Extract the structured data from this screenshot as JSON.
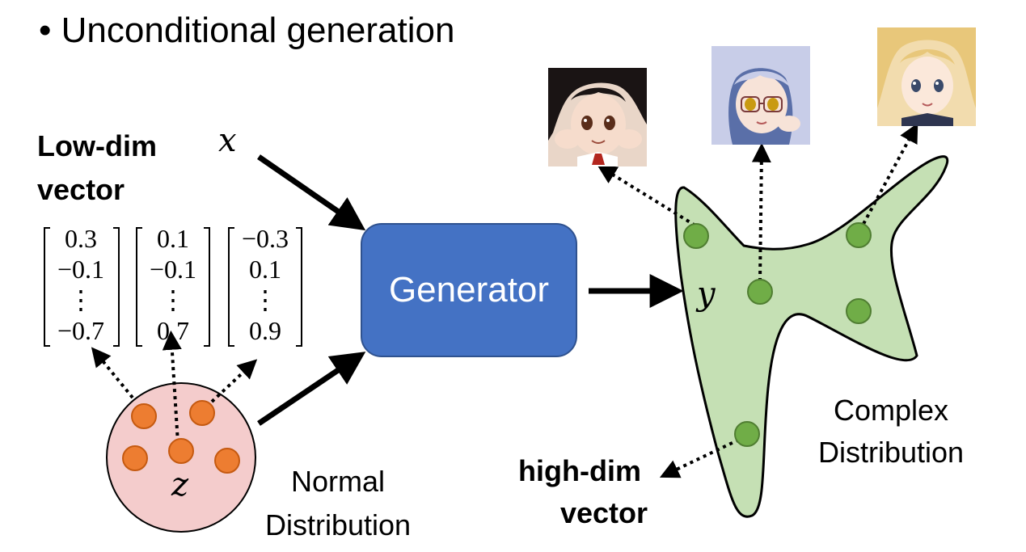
{
  "title": "• Unconditional generation",
  "input_x_label": "x",
  "low_dim_label": {
    "line1": "Low-dim",
    "line2": "vector"
  },
  "vectors": [
    [
      "0.3",
      "−0.1",
      "⋮",
      "−0.7"
    ],
    [
      "0.1",
      "−0.1",
      "⋮",
      "0.7"
    ],
    [
      "−0.3",
      "0.1",
      "⋮",
      "0.9"
    ]
  ],
  "latent_z_label": "z",
  "normal_distribution_label": {
    "line1": "Normal",
    "line2": "Distribution"
  },
  "generator_label": "Generator",
  "output_y_label": "y",
  "complex_distribution_label": {
    "line1": "Complex",
    "line2": "Distribution"
  },
  "high_dim_label": {
    "line1": "high-dim",
    "line2": "vector"
  },
  "colors": {
    "generator_fill": "#4472c4",
    "generator_border": "#2f528f",
    "normal_fill": "#f4cccc",
    "normal_point": "#ed7d31",
    "complex_fill": "#c5e0b4",
    "complex_point": "#70ad47",
    "arrow": "#000000"
  },
  "icons": {
    "face_1": "anime-face-dark-hair-icon",
    "face_2": "anime-face-glasses-icon",
    "face_3": "anime-face-blonde-icon"
  }
}
